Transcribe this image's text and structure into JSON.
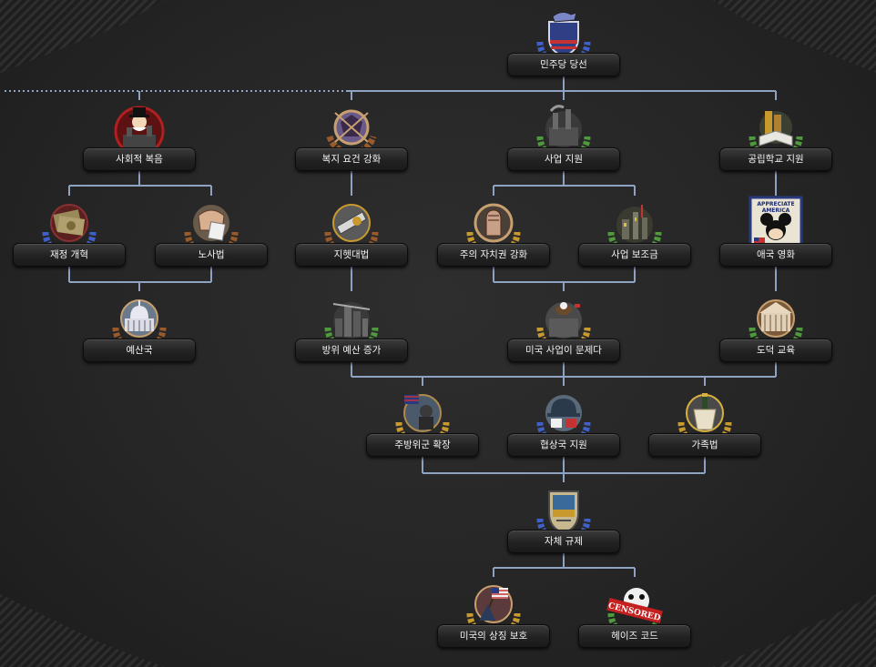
{
  "palette": {
    "line": "#8ea2c4",
    "wreath_blue": "#3f60c9",
    "wreath_gold": "#c89a2e",
    "wreath_green": "#4f9a3c",
    "wreath_silver": "#9a9a9a",
    "bronze": "#9a5a2a"
  },
  "focus_tree": {
    "root": {
      "label": "민주당 당선",
      "icon": "democratic-donkey-shield-icon"
    },
    "row1": [
      {
        "label": "사회적 복음",
        "icon": "monopoly-man-icon"
      },
      {
        "label": "복지 요건 강화",
        "icon": "welfare-seal-icon"
      },
      {
        "label": "사업 지원",
        "icon": "factory-icon"
      },
      {
        "label": "공립학교 지원",
        "icon": "school-books-icon"
      }
    ],
    "row2": [
      {
        "label": "재정 개혁",
        "icon": "money-bills-icon"
      },
      {
        "label": "노사법",
        "icon": "labor-fist-icon"
      },
      {
        "label": "지헷대법",
        "icon": "court-gavel-icon"
      },
      {
        "label": "주의 자치권 강화",
        "icon": "raised-fist-icon"
      },
      {
        "label": "사업 보조금",
        "icon": "industry-subsidy-icon"
      },
      {
        "label": "애국 영화",
        "icon": "appreciate-america-mouse-icon"
      }
    ],
    "row2_poster_text": [
      "APPRECIATE",
      "AMERICA"
    ],
    "row3": [
      {
        "label": "예산국",
        "icon": "capitol-building-icon"
      },
      {
        "label": "방위 예산 증가",
        "icon": "military-city-icon"
      },
      {
        "label": "미국 사업이 문제다",
        "icon": "eagle-city-icon"
      },
      {
        "label": "도덕 교육",
        "icon": "library-building-icon"
      }
    ],
    "row4": [
      {
        "label": "주방위군 확장",
        "icon": "national-guard-icon"
      },
      {
        "label": "협상국 지원",
        "icon": "allied-helmet-icon"
      },
      {
        "label": "가족법",
        "icon": "champagne-bucket-icon"
      }
    ],
    "row5": [
      {
        "label": "자체 규제",
        "icon": "seal-of-approval-icon"
      }
    ],
    "row6": [
      {
        "label": "미국의 상징 보호",
        "icon": "flag-raising-icon"
      },
      {
        "label": "헤이즈 코드",
        "icon": "censored-icon"
      }
    ],
    "censored_stamp": "CENSORED"
  }
}
